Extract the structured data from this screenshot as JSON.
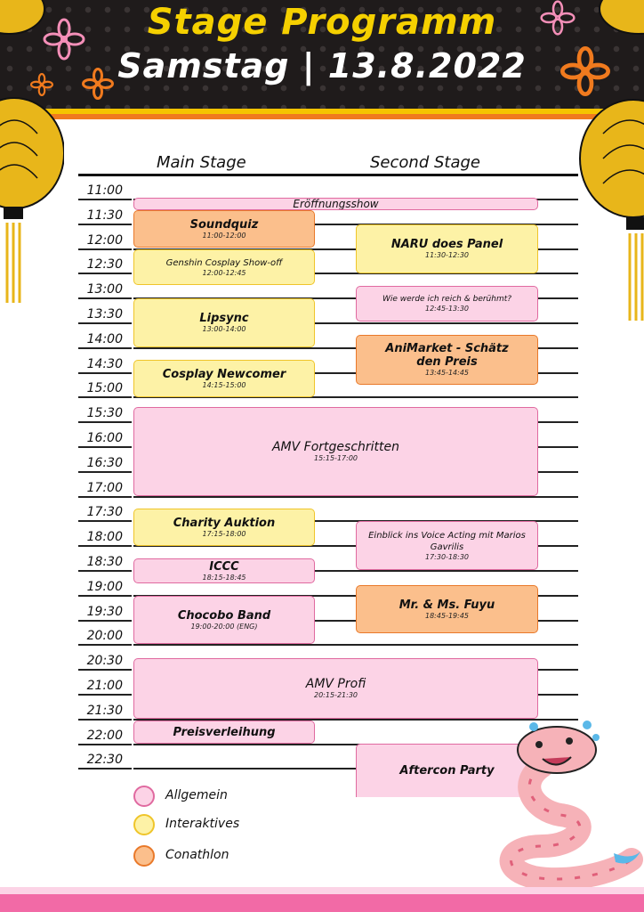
{
  "header": {
    "title": "Stage Programm",
    "subtitle": "Samstag | 13.8.2022"
  },
  "columns": {
    "main": "Main Stage",
    "second": "Second Stage"
  },
  "times": [
    "11:00",
    "11:30",
    "12:00",
    "12:30",
    "13:00",
    "13:30",
    "14:00",
    "14:30",
    "15:00",
    "15:30",
    "16:00",
    "16:30",
    "17:00",
    "17:30",
    "18:00",
    "18:30",
    "19:00",
    "19:30",
    "20:00",
    "20:30",
    "21:00",
    "21:30",
    "22:00",
    "22:30"
  ],
  "events": {
    "opening": {
      "title": "Eröffnungsshow"
    },
    "soundquiz": {
      "title": "Soundquiz",
      "time": "11:00-12:00"
    },
    "genshin": {
      "title": "Genshin Cosplay Show-off",
      "time": "12:00-12:45"
    },
    "lipsync": {
      "title": "Lipsync",
      "time": "13:00-14:00"
    },
    "newcomer": {
      "title": "Cosplay Newcomer",
      "time": "14:15-15:00"
    },
    "naru": {
      "title": "NARU does Panel",
      "time": "11:30-12:30"
    },
    "reich": {
      "title": "Wie werde ich reich & berühmt?",
      "time": "12:45-13:30"
    },
    "animarket": {
      "title": "AniMarket - Schätz den Preis",
      "time": "13:45-14:45"
    },
    "amv_fort": {
      "title": "AMV Fortgeschritten",
      "time": "15:15-17:00"
    },
    "charity": {
      "title": "Charity Auktion",
      "time": "17:15-18:00"
    },
    "voice": {
      "title": "Einblick ins Voice Acting mit Marios Gavrilis",
      "time": "17:30-18:30"
    },
    "iccc": {
      "title": "ICCC",
      "time": "18:15-18:45"
    },
    "chocobo": {
      "title": "Chocobo Band",
      "time": "19:00-20:00 (ENG)"
    },
    "fuyu": {
      "title": "Mr. & Ms. Fuyu",
      "time": "18:45-19:45"
    },
    "amv_profi": {
      "title": "AMV Profi",
      "time": "20:15-21:30"
    },
    "preis": {
      "title": "Preisverleihung"
    },
    "aftercon": {
      "title": "Aftercon Party"
    }
  },
  "legend": [
    {
      "label": "Allgemein",
      "color": "#fcd3e6",
      "border": "#e06aa0"
    },
    {
      "label": "Interaktives",
      "color": "#fdf2a6",
      "border": "#efc52a"
    },
    {
      "label": "Conathlon",
      "color": "#fbbf8c",
      "border": "#e9792a"
    }
  ],
  "colors": {
    "header_bg": "#1f1b1b",
    "title_yellow": "#f5d000",
    "pink": "#fcd3e6",
    "yellow": "#fdf2a6",
    "orange": "#fbbf8c",
    "footer_pink": "#f26aa6"
  }
}
